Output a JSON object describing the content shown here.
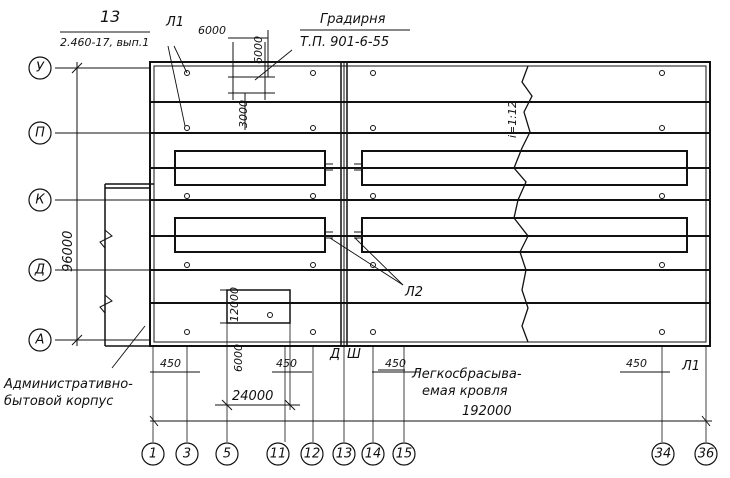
{
  "drawing": {
    "column_axes": [
      "1",
      "3",
      "5",
      "11",
      "12",
      "13",
      "14",
      "15",
      "34",
      "36"
    ],
    "row_axes": [
      "У",
      "П",
      "К",
      "Д",
      "А"
    ],
    "section_marker": {
      "number": "13",
      "reference": "2.460-17, вып.1"
    },
    "cooling_tower": {
      "name": "Градирня",
      "project": "Т.П. 901-6-55"
    },
    "labels": {
      "l1": "Л1",
      "l2": "Л2",
      "admin_building": "Административно-\nбытовой корпус",
      "roof": "Легкосбрасыва-\nемая кровля",
      "slope": "i=1:12",
      "d_mark": "Д",
      "sh_mark": "Ш"
    },
    "dimensions": {
      "d6000_h": "6000",
      "d6000_v": "6000",
      "d3000": "3000",
      "total_height": "96000",
      "d450_a": "450",
      "d6000_low": "6000",
      "d12000": "12000",
      "d450_b": "450",
      "d450_c": "450",
      "d24000": "24000",
      "d450_d": "450",
      "total_length": "192000"
    }
  }
}
